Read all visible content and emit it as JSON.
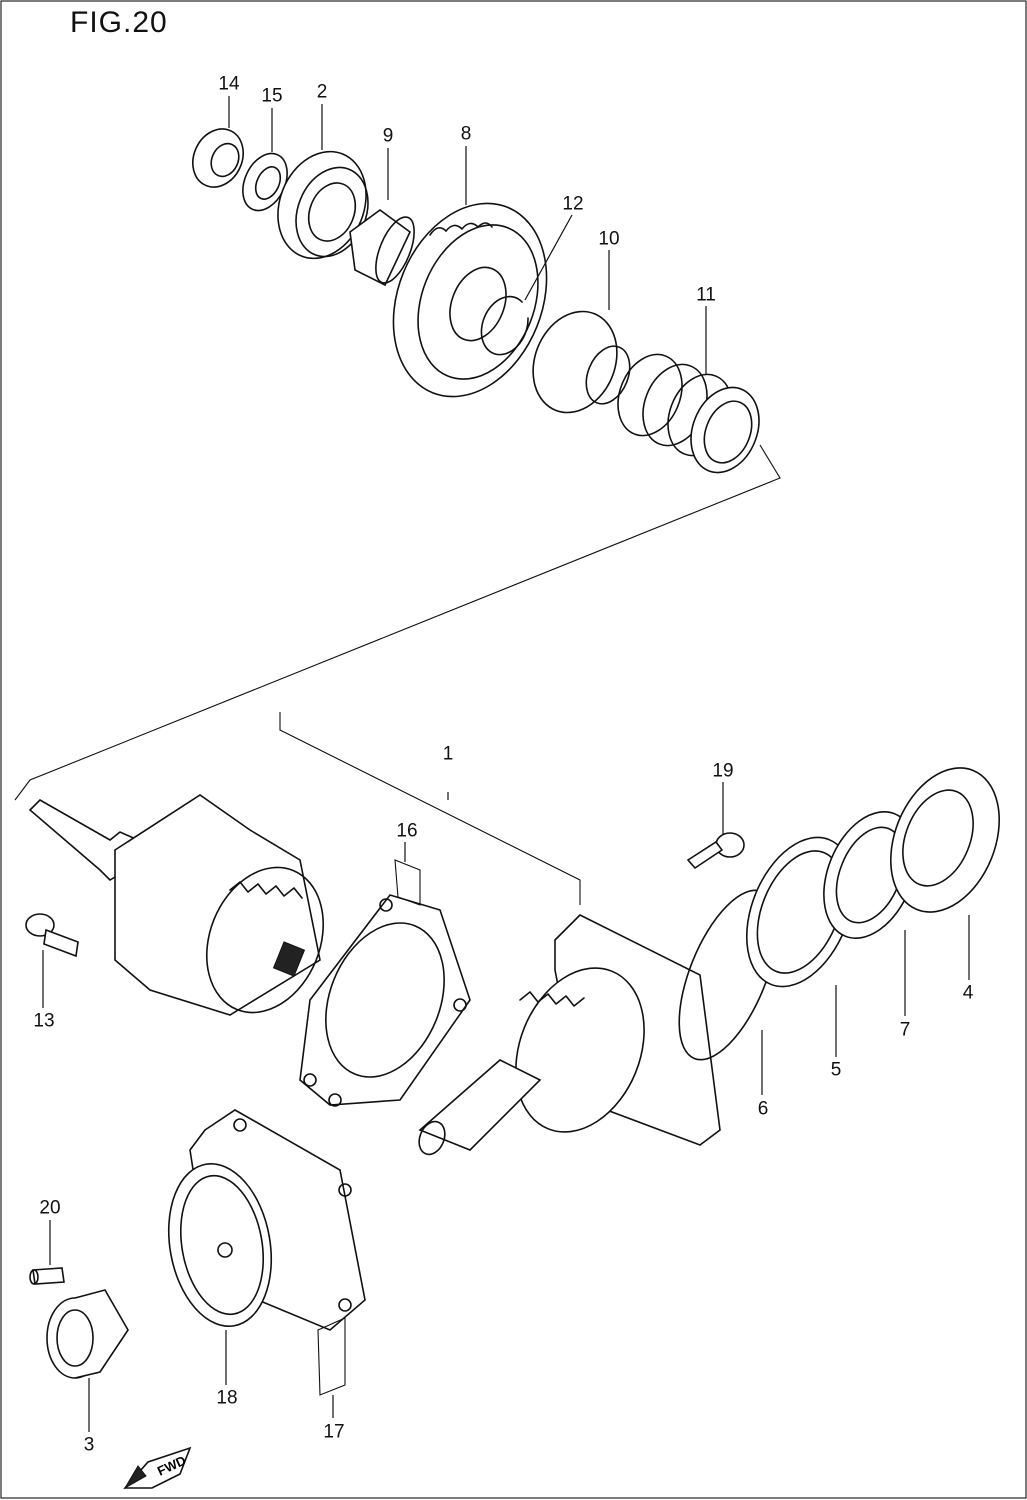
{
  "title": "FIG.20",
  "callouts": {
    "p1": "1",
    "p2": "2",
    "p3": "3",
    "p4": "4",
    "p5": "5",
    "p6": "6",
    "p7": "7",
    "p8": "8",
    "p9": "9",
    "p10": "10",
    "p11": "11",
    "p12": "12",
    "p13": "13",
    "p14": "14",
    "p15": "15",
    "p16": "16",
    "p17": "17",
    "p18": "18",
    "p19": "19",
    "p20": "20"
  },
  "direction_mark": "FWD",
  "colors": {
    "ink": "#111111",
    "paper": "#ffffff"
  }
}
